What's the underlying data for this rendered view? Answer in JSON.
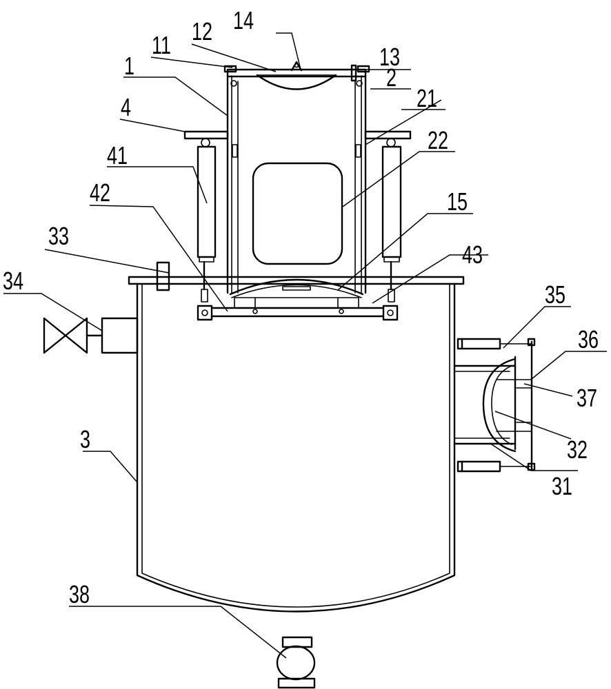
{
  "labels": {
    "l1": "1",
    "l2": "2",
    "l3": "3",
    "l4": "4",
    "l11": "11",
    "l12": "12",
    "l13": "13",
    "l14": "14",
    "l15": "15",
    "l21": "21",
    "l22": "22",
    "l31": "31",
    "l32": "32",
    "l33": "33",
    "l34": "34",
    "l35": "35",
    "l36": "36",
    "l37": "37",
    "l38": "38",
    "l41": "41",
    "l42": "42",
    "l43": "43"
  }
}
